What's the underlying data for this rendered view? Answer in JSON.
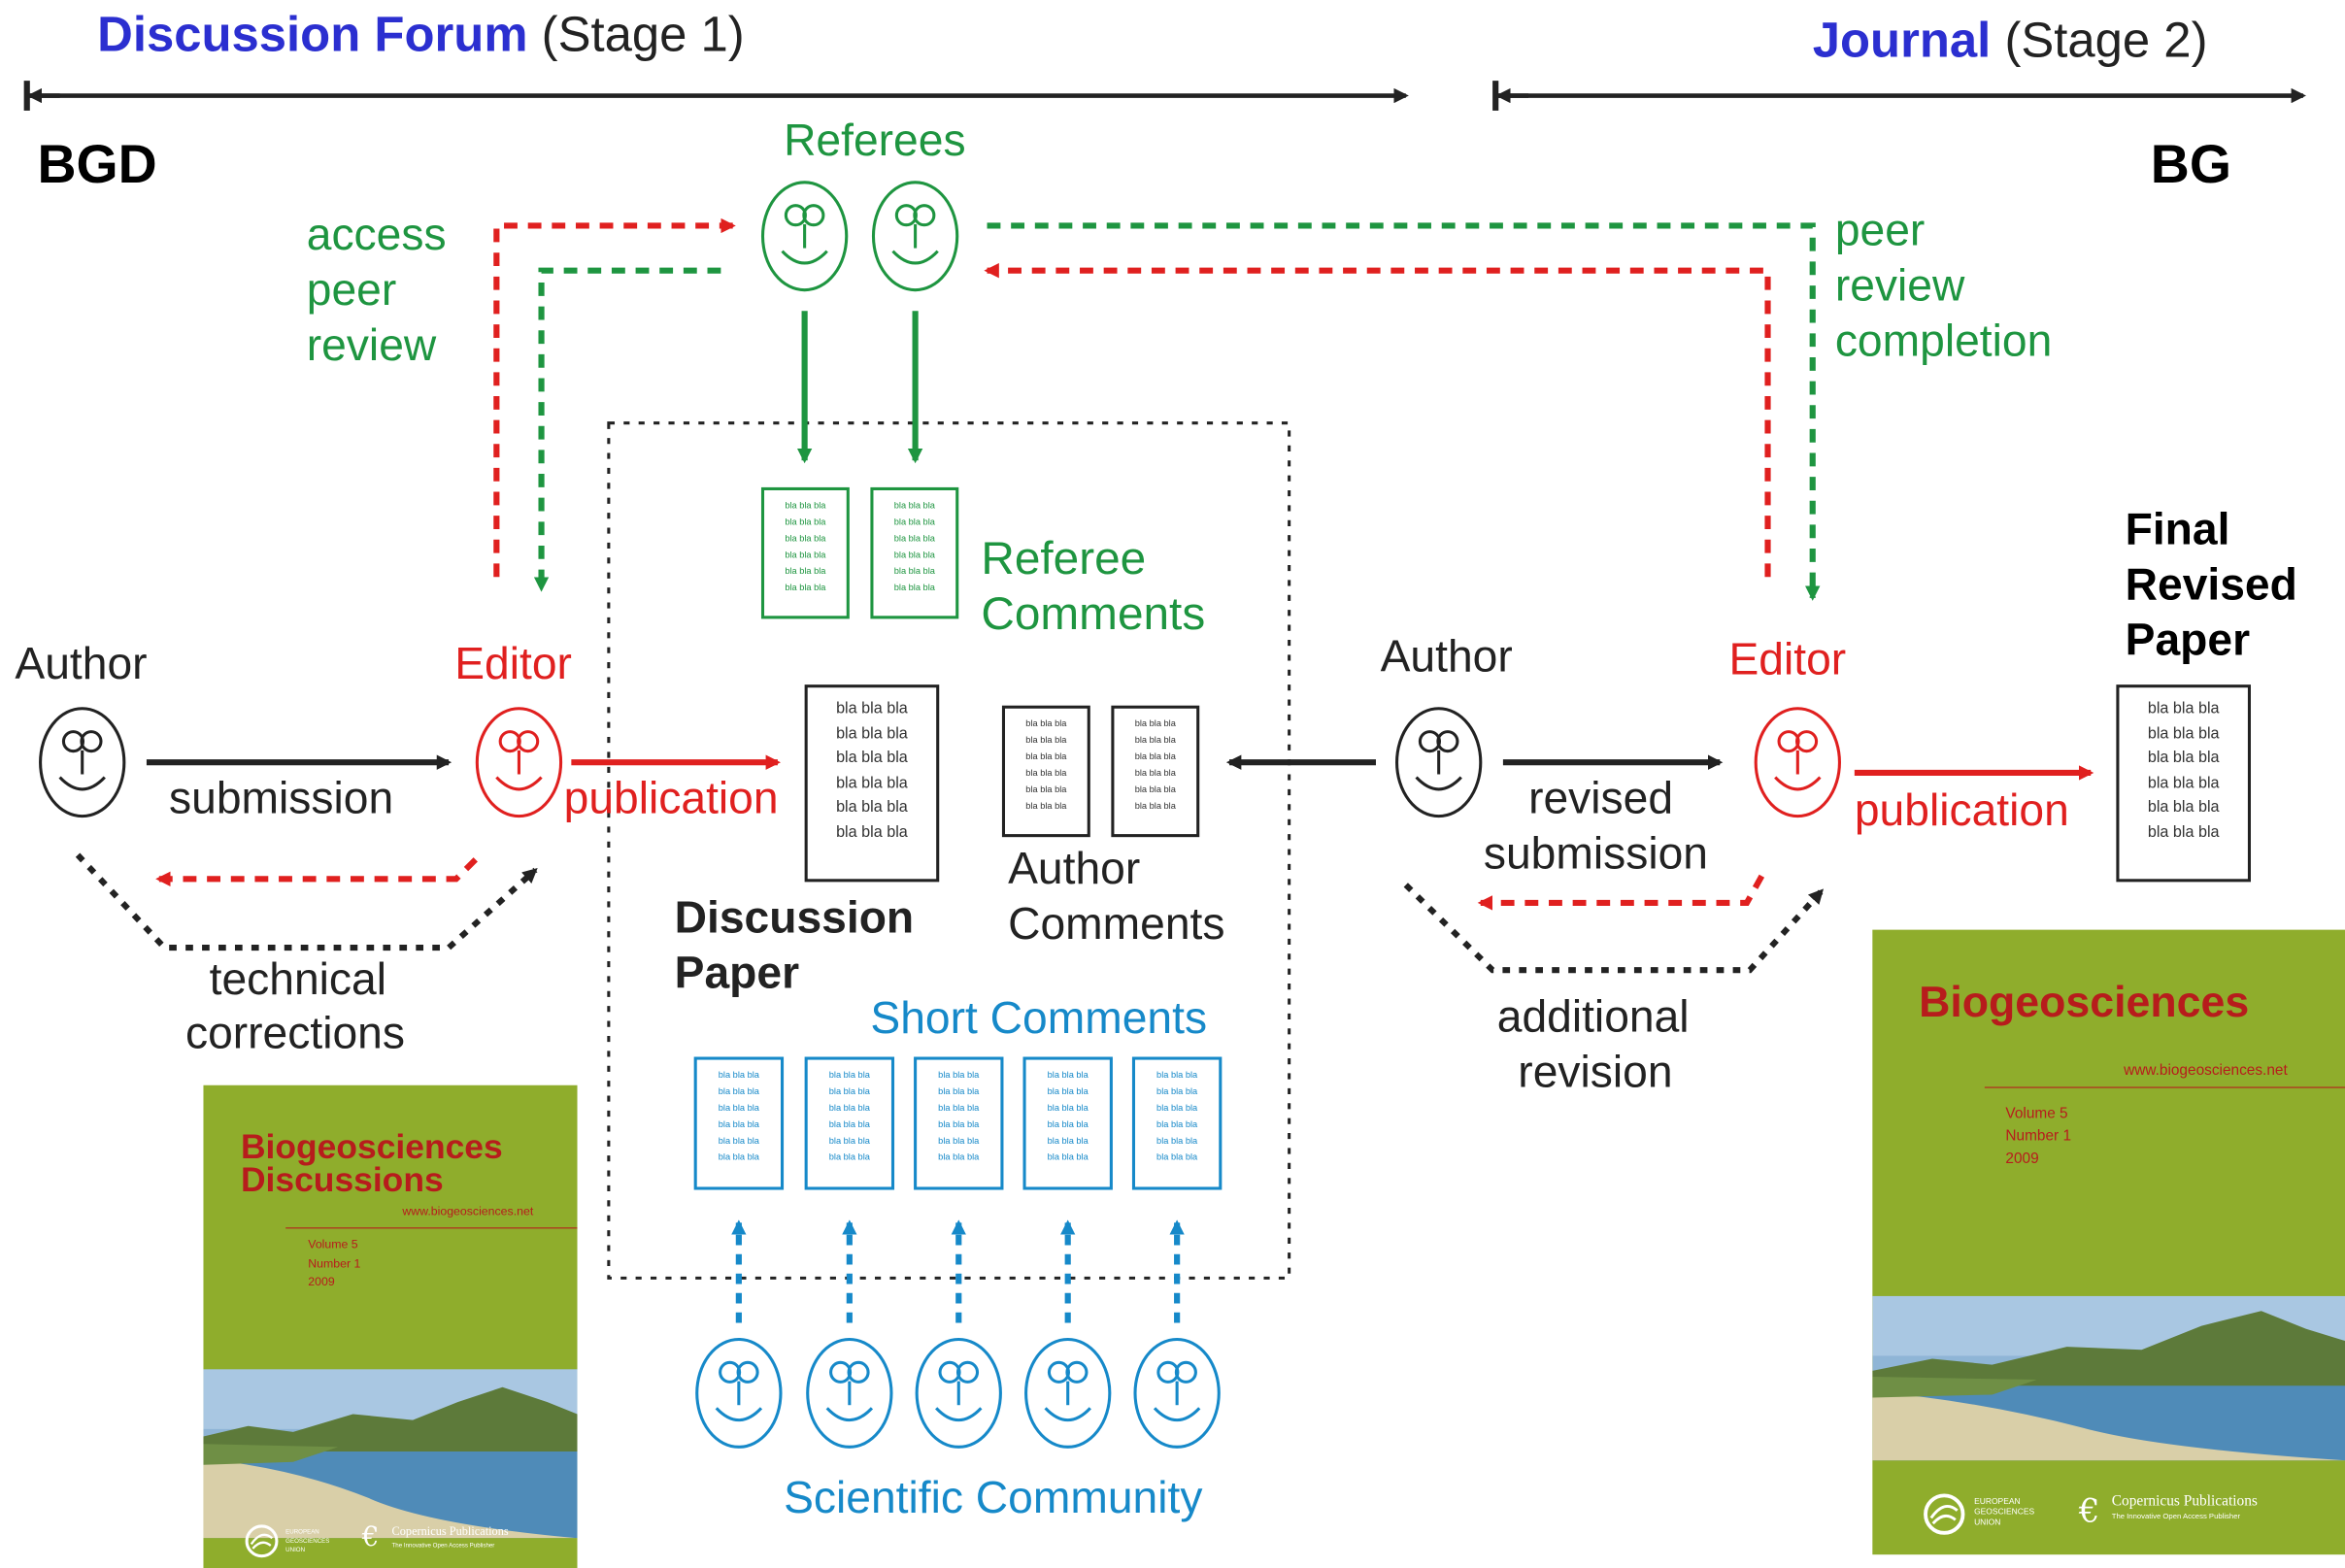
{
  "header": {
    "stage1_title": "Discussion Forum",
    "stage1_suffix": " (Stage 1)",
    "stage2_title": "Journal",
    "stage2_suffix": " (Stage 2)",
    "bgd": "BGD",
    "bg": "BG"
  },
  "referees": {
    "label": "Referees"
  },
  "labels": {
    "access_peer_review": [
      "access",
      "peer",
      "review"
    ],
    "peer_review_completion": [
      "peer",
      "review",
      "completion"
    ],
    "author_left": "Author",
    "editor_left": "Editor",
    "submission": "submission",
    "publication_left": "publication",
    "technical_corrections": [
      "technical",
      "corrections"
    ],
    "referee_comments": [
      "Referee",
      "Comments"
    ],
    "discussion_paper": [
      "Discussion",
      "Paper"
    ],
    "author_comments": [
      "Author",
      "Comments"
    ],
    "short_comments": "Short Comments",
    "scientific_community": "Scientific Community",
    "author_right": "Author",
    "editor_right": "Editor",
    "revised_submission": [
      "revised",
      "submission"
    ],
    "publication_right": "publication",
    "additional_revision": [
      "additional",
      "revision"
    ],
    "final_revised_paper": [
      "Final",
      "Revised",
      "Paper"
    ]
  },
  "doc_text": "bla bla bla",
  "bgd_cover": {
    "title1": "Biogeosciences",
    "title2": "Discussions",
    "url": "www.biogeosciences.net",
    "volume": "Volume 5",
    "number": "Number 1",
    "year": "2009",
    "egu": [
      "EUROPEAN",
      "GEOSCIENCES",
      "UNION"
    ],
    "publisher": "Copernicus Publications",
    "publisher_tag": "The Innovative Open Access Publisher"
  },
  "bg_cover": {
    "title": "Biogeosciences",
    "url": "www.biogeosciences.net",
    "volume": "Volume 5",
    "number": "Number 1",
    "year": "2009",
    "egu": [
      "EUROPEAN",
      "GEOSCIENCES",
      "UNION"
    ],
    "publisher": "Copernicus Publications",
    "publisher_tag": "The Innovative Open Access Publisher"
  },
  "colors": {
    "header_blue": "#2b2fd0",
    "green": "#1e9540",
    "red": "#e0201f",
    "cyan": "#1689c9",
    "black": "#222222",
    "cover_olive": "#8fad2c",
    "cover_title": "#b71c1c"
  }
}
